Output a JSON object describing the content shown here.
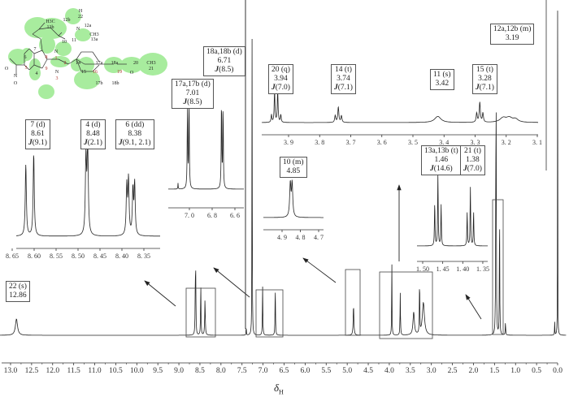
{
  "chart_data": {
    "type": "line",
    "title": "",
    "xlabel": "δH",
    "xlabel_main": "δ",
    "xlabel_sub": "H",
    "xlim": [
      13.0,
      0.0
    ],
    "grid": false,
    "main": {
      "xticks": [
        13.0,
        12.5,
        12.0,
        11.5,
        11.0,
        10.5,
        10.0,
        9.5,
        9.0,
        8.5,
        8.0,
        7.5,
        7.0,
        6.5,
        6.0,
        5.5,
        5.0,
        4.5,
        4.0,
        3.5,
        3.0,
        2.5,
        2.0,
        1.5,
        1.0,
        0.5,
        0.0
      ],
      "peaks": [
        {
          "ppm": 12.86,
          "i": 0.05,
          "w": 0.03
        },
        {
          "ppm": 8.61,
          "i": 0.14,
          "w": 0.006
        },
        {
          "ppm": 8.6,
          "i": 0.16,
          "w": 0.006
        },
        {
          "ppm": 8.48,
          "i": 0.16,
          "w": 0.006
        },
        {
          "ppm": 8.38,
          "i": 0.11,
          "w": 0.008
        },
        {
          "ppm": 7.4,
          "i": 0.03,
          "w": 0.004
        },
        {
          "ppm": 7.26,
          "i": 1.02,
          "w": 0.004
        },
        {
          "ppm": 7.01,
          "i": 0.15,
          "w": 0.006
        },
        {
          "ppm": 6.71,
          "i": 0.15,
          "w": 0.006
        },
        {
          "ppm": 4.85,
          "i": 0.09,
          "w": 0.01
        },
        {
          "ppm": 3.94,
          "i": 0.22,
          "w": 0.005
        },
        {
          "ppm": 3.74,
          "i": 0.13,
          "w": 0.006
        },
        {
          "ppm": 3.42,
          "i": 0.07,
          "w": 0.02
        },
        {
          "ppm": 3.28,
          "i": 0.16,
          "w": 0.006
        },
        {
          "ppm": 3.19,
          "i": 0.1,
          "w": 0.03
        },
        {
          "ppm": 1.47,
          "i": 0.45,
          "w": 0.005
        },
        {
          "ppm": 1.46,
          "i": 0.6,
          "w": 0.005
        },
        {
          "ppm": 1.38,
          "i": 0.42,
          "w": 0.005
        },
        {
          "ppm": 1.24,
          "i": 0.04,
          "w": 0.006
        },
        {
          "ppm": 0.07,
          "i": 0.04,
          "w": 0.004
        },
        {
          "ppm": 0.0,
          "i": 1.02,
          "w": 0.003
        }
      ]
    },
    "insets": [
      {
        "name": "inset-aromatic",
        "range": [
          8.67,
          8.32
        ],
        "xticks": [
          "8.65",
          "8.60",
          "8.55",
          "8.50",
          "8.45",
          "8.40",
          "8.35"
        ],
        "peaks": [
          {
            "ppm": 8.619,
            "i": 0.8,
            "w": 0.0015
          },
          {
            "ppm": 8.601,
            "i": 0.92,
            "w": 0.0015
          },
          {
            "ppm": 8.482,
            "i": 0.85,
            "w": 0.0016
          },
          {
            "ppm": 8.478,
            "i": 1.0,
            "w": 0.0016
          },
          {
            "ppm": 8.389,
            "i": 0.55,
            "w": 0.0015
          },
          {
            "ppm": 8.385,
            "i": 0.62,
            "w": 0.0015
          },
          {
            "ppm": 8.375,
            "i": 0.5,
            "w": 0.0015
          },
          {
            "ppm": 8.371,
            "i": 0.57,
            "w": 0.0015
          }
        ]
      },
      {
        "name": "inset-phenyl",
        "range": [
          7.18,
          6.56
        ],
        "xticks": [
          "7.0",
          "6.8",
          "6.6"
        ],
        "peaks": [
          {
            "ppm": 7.1,
            "i": 0.07,
            "w": 0.002
          },
          {
            "ppm": 7.017,
            "i": 0.92,
            "w": 0.003
          },
          {
            "ppm": 7.003,
            "i": 1.0,
            "w": 0.003
          },
          {
            "ppm": 6.718,
            "i": 1.0,
            "w": 0.003
          },
          {
            "ppm": 6.704,
            "i": 0.92,
            "w": 0.003
          }
        ]
      },
      {
        "name": "inset-aliphatic",
        "range": [
          3.99,
          3.1
        ],
        "xticks": [
          "3.9",
          "3.8",
          "3.7",
          "3.6",
          "3.5",
          "3.4",
          "3.3",
          "3.2",
          "3.1"
        ],
        "peaks": [
          {
            "ppm": 3.955,
            "i": 0.25,
            "w": 0.0015
          },
          {
            "ppm": 3.945,
            "i": 1.0,
            "w": 0.0015
          },
          {
            "ppm": 3.935,
            "i": 1.0,
            "w": 0.0015
          },
          {
            "ppm": 3.925,
            "i": 0.25,
            "w": 0.0015
          },
          {
            "ppm": 3.75,
            "i": 0.22,
            "w": 0.002
          },
          {
            "ppm": 3.74,
            "i": 0.5,
            "w": 0.002
          },
          {
            "ppm": 3.73,
            "i": 0.22,
            "w": 0.002
          },
          {
            "ppm": 3.42,
            "i": 0.2,
            "w": 0.012
          },
          {
            "ppm": 3.295,
            "i": 0.3,
            "w": 0.002
          },
          {
            "ppm": 3.285,
            "i": 0.65,
            "w": 0.002
          },
          {
            "ppm": 3.275,
            "i": 0.3,
            "w": 0.002
          },
          {
            "ppm": 3.21,
            "i": 0.14,
            "w": 0.012
          },
          {
            "ppm": 3.19,
            "i": 0.14,
            "w": 0.012
          },
          {
            "ppm": 3.17,
            "i": 0.1,
            "w": 0.01
          }
        ]
      },
      {
        "name": "inset-ch",
        "range": [
          4.99,
          4.68
        ],
        "xticks": [
          "4.9",
          "4.8",
          "4.7"
        ],
        "peaks": [
          {
            "ppm": 4.855,
            "i": 0.85,
            "w": 0.004
          },
          {
            "ppm": 4.845,
            "i": 0.85,
            "w": 0.004
          }
        ]
      },
      {
        "name": "inset-methyl",
        "range": [
          1.51,
          1.35
        ],
        "xticks": [
          "1.50",
          "1.45",
          "1.40",
          "1.35"
        ],
        "peaks": [
          {
            "ppm": 1.47,
            "i": 0.6,
            "w": 0.0008
          },
          {
            "ppm": 1.462,
            "i": 1.0,
            "w": 0.0008
          },
          {
            "ppm": 1.454,
            "i": 0.56,
            "w": 0.0008
          },
          {
            "ppm": 1.389,
            "i": 0.46,
            "w": 0.0008
          },
          {
            "ppm": 1.381,
            "i": 0.8,
            "w": 0.0008
          },
          {
            "ppm": 1.373,
            "i": 0.46,
            "w": 0.0008
          }
        ]
      }
    ],
    "annotations": [
      {
        "id": "s22",
        "line1": "22 (s)",
        "line2": "12.86",
        "j": ""
      },
      {
        "id": "s7",
        "line1": "7 (d)",
        "line2": "8.61",
        "j": "(9.1)"
      },
      {
        "id": "s4",
        "line1": "4 (d)",
        "line2": "8.48",
        "j": "(2.1)"
      },
      {
        "id": "s6",
        "line1": "6 (dd)",
        "line2": "8.38",
        "j": "(9.1, 2.1)"
      },
      {
        "id": "s17",
        "line1": "17a,17b (d)",
        "line2": "7.01",
        "j": "(8.5)"
      },
      {
        "id": "s18",
        "line1": "18a,18b (d)",
        "line2": "6.71",
        "j": "(8.5)"
      },
      {
        "id": "s10",
        "line1": "10 (m)",
        "line2": "4.85",
        "j": ""
      },
      {
        "id": "s20",
        "line1": "20 (q)",
        "line2": "3.94",
        "j": "(7.0)"
      },
      {
        "id": "s14",
        "line1": "14 (t)",
        "line2": "3.74",
        "j": "(7.1)"
      },
      {
        "id": "s11",
        "line1": "11 (s)",
        "line2": "3.42",
        "j": ""
      },
      {
        "id": "s15",
        "line1": "15 (t)",
        "line2": "3.28",
        "j": "(7.1)"
      },
      {
        "id": "s12",
        "line1": "12a,12b (m)",
        "line2": "3.19",
        "j": ""
      },
      {
        "id": "s13",
        "line1": "13a,13b (t)",
        "line2": "1.46",
        "j": "(14.6)"
      },
      {
        "id": "s21",
        "line1": "21 (t)",
        "line2": "1.38",
        "j": "(7.0)"
      }
    ],
    "j_symbol": "J"
  },
  "structure": {
    "atoms": [
      "H3C",
      "13b",
      "12b",
      "H",
      "22",
      "N",
      "12a",
      "CH3",
      "13a",
      "10",
      "11",
      "N",
      "1",
      "2",
      "14",
      "15",
      "16",
      "17a",
      "18a",
      "17b",
      "18b",
      "19",
      "O",
      "20",
      "CH3",
      "21",
      "N",
      "3",
      "4",
      "5",
      "6",
      "7",
      "8",
      "9",
      "O",
      "N",
      "O"
    ]
  },
  "colors": {
    "highlight": "#a8ec9e",
    "line": "#222222",
    "red": "#b0302a"
  }
}
